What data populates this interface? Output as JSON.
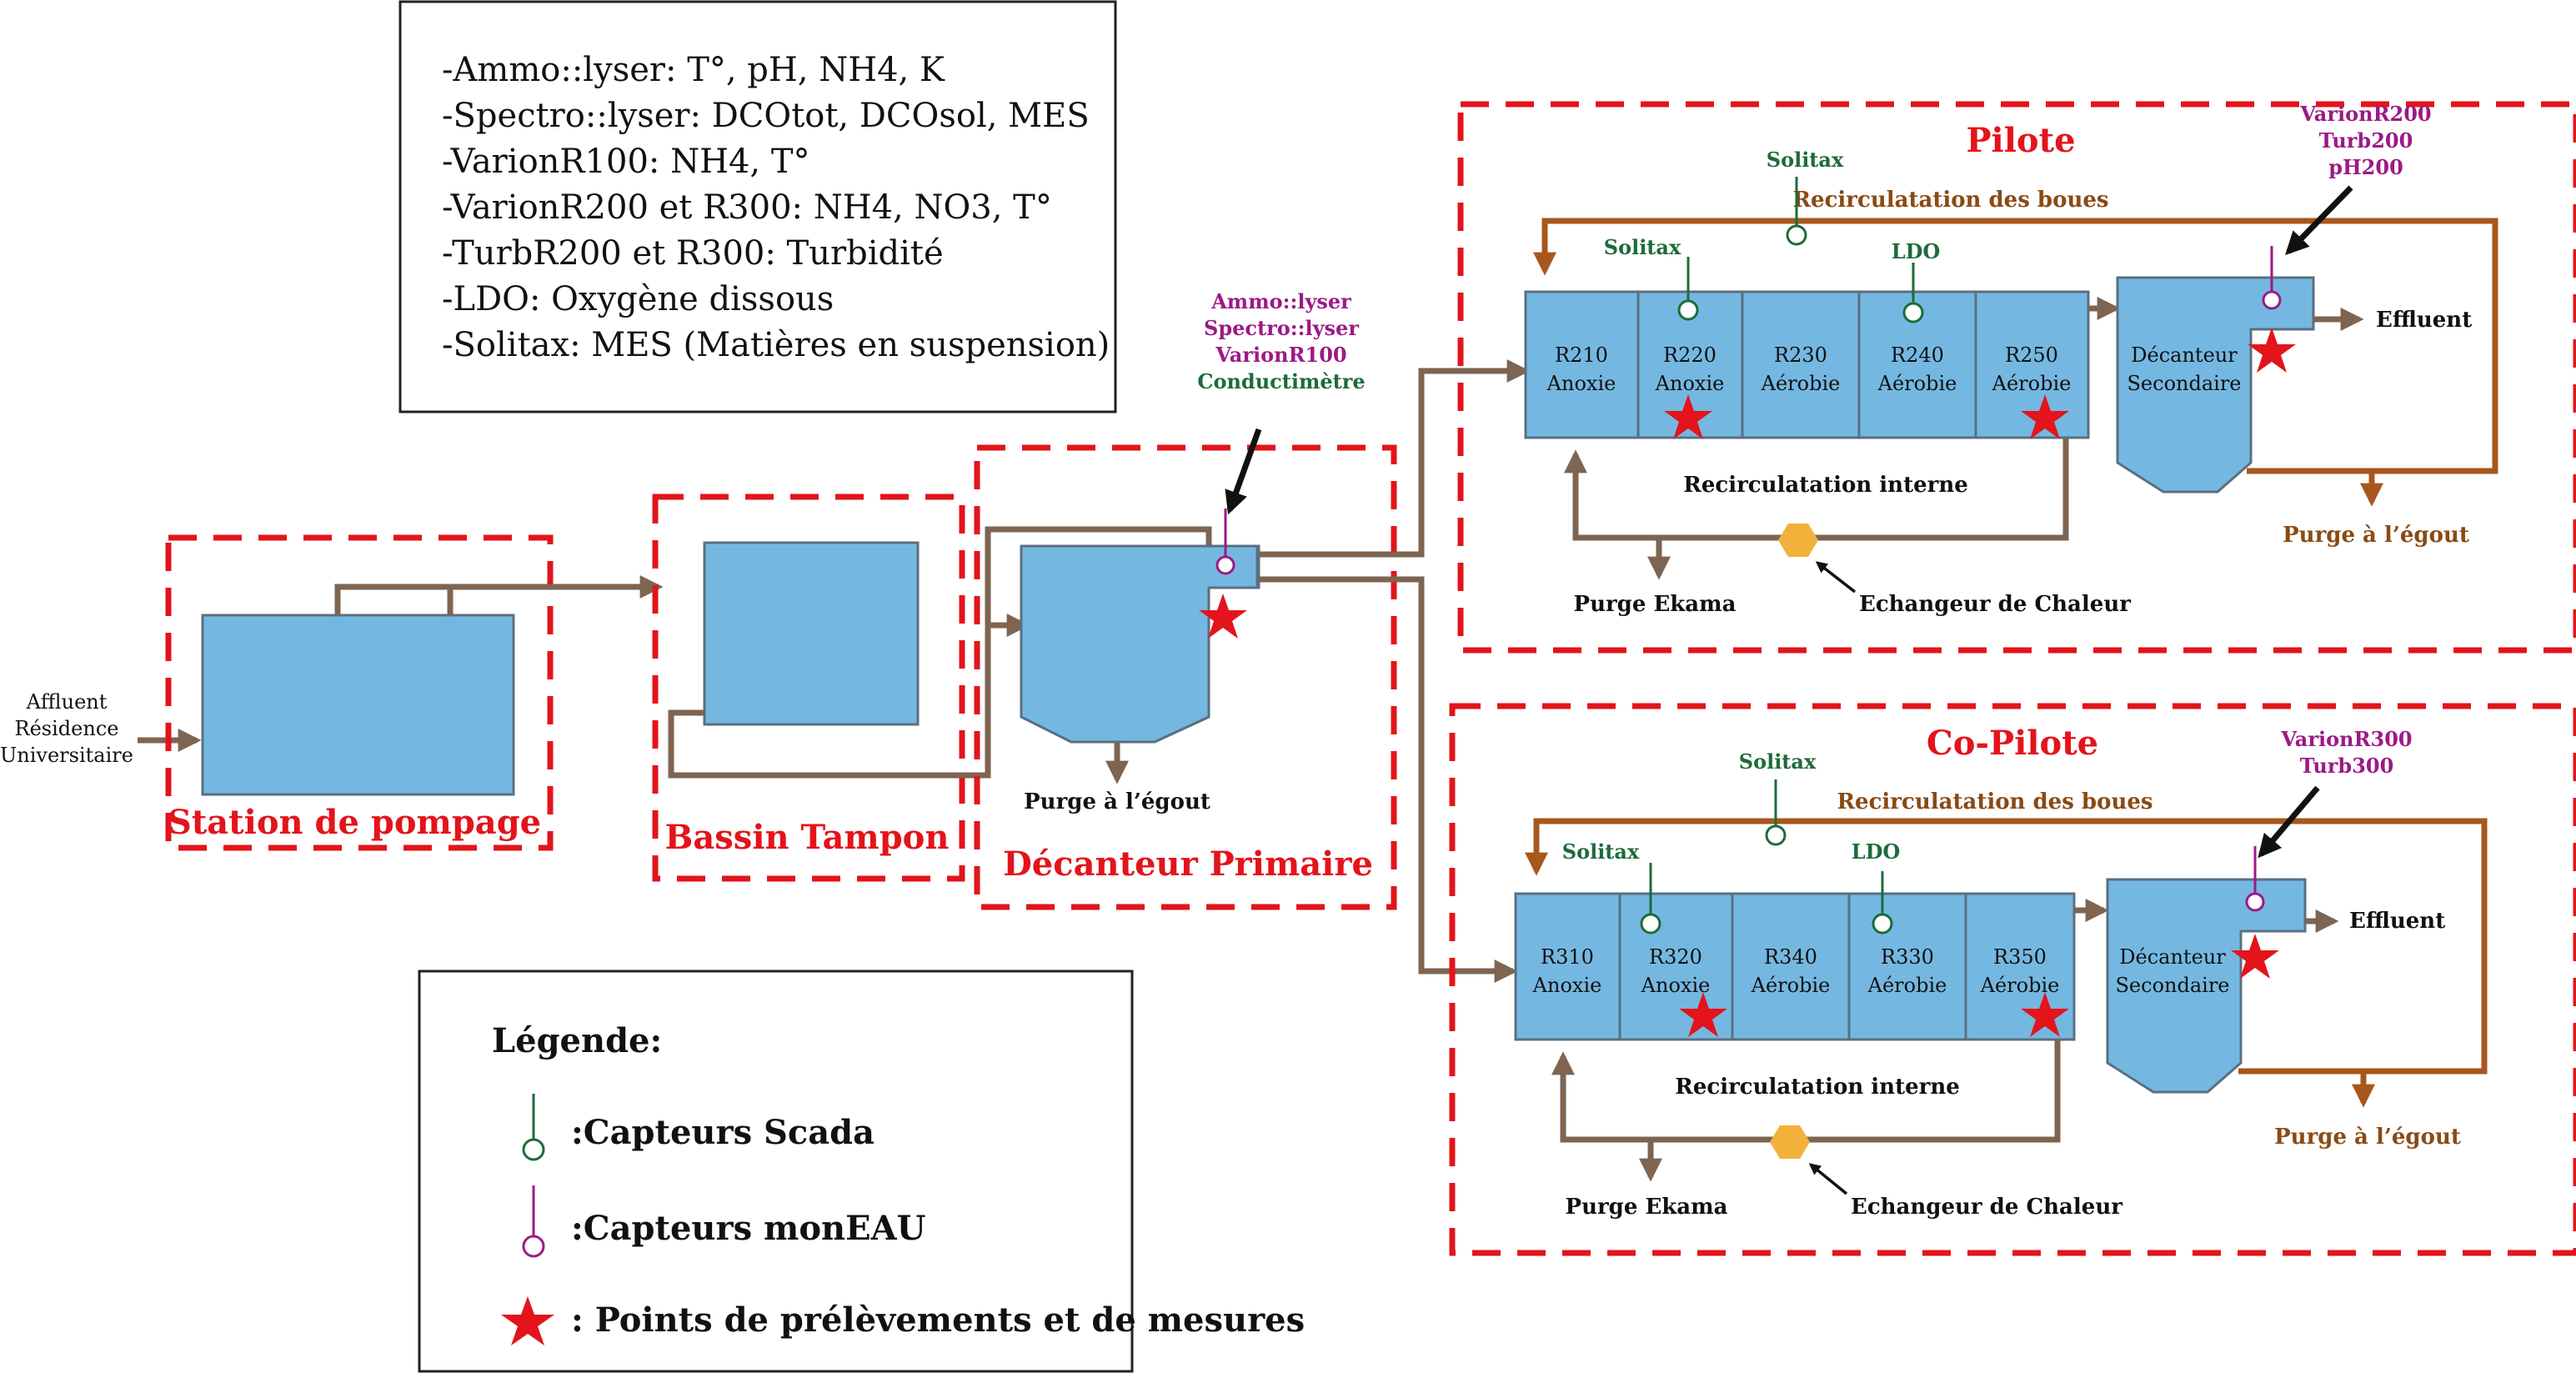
{
  "info_box": {
    "lines": [
      "-Ammo::lyser: T°, pH, NH4, K",
      "-Spectro::lyser: DCOtot, DCOsol, MES",
      "-VarionR100: NH4, T°",
      "-VarionR200 et R300: NH4, NO3, T°",
      "-TurbR200 et R300: Turbidité",
      "-LDO: Oxygène dissous",
      "-Solitax: MES (Matières en suspension)"
    ]
  },
  "inlet": {
    "lines": [
      "Affluent",
      "Résidence",
      "Universitaire"
    ]
  },
  "stages": {
    "pompage": "Station de pompage",
    "tampon": "Bassin Tampon",
    "primaire": "Décanteur Primaire",
    "purge_primaire": "Purge à l’égout"
  },
  "primary_sensors": [
    "Ammo::lyser",
    "Spectro::lyser",
    "VarionR100",
    "Conductimètre"
  ],
  "pilote": {
    "title": "Pilote",
    "recirc_boues": "Recirculatation des boues",
    "recirc_interne": "Recirculatation interne",
    "solitax_top": "Solitax",
    "solitax": "Solitax",
    "ldo": "LDO",
    "reactors": [
      {
        "id": "R210",
        "type": "Anoxie"
      },
      {
        "id": "R220",
        "type": "Anoxie"
      },
      {
        "id": "R230",
        "type": "Aérobie"
      },
      {
        "id": "R240",
        "type": "Aérobie"
      },
      {
        "id": "R250",
        "type": "Aérobie"
      }
    ],
    "decanteur": [
      "Décanteur",
      "Secondaire"
    ],
    "effluent": "Effluent",
    "purge_egout": "Purge à l’égout",
    "purge_ekama": "Purge Ekama",
    "echangeur": "Echangeur de Chaleur",
    "sensors": [
      "VarionR200",
      "Turb200",
      "pH200"
    ]
  },
  "copilote": {
    "title": "Co-Pilote",
    "recirc_boues": "Recirculatation des boues",
    "recirc_interne": "Recirculatation interne",
    "solitax_top": "Solitax",
    "solitax": "Solitax",
    "ldo": "LDO",
    "reactors": [
      {
        "id": "R310",
        "type": "Anoxie"
      },
      {
        "id": "R320",
        "type": "Anoxie"
      },
      {
        "id": "R340",
        "type": "Aérobie"
      },
      {
        "id": "R330",
        "type": "Aérobie"
      },
      {
        "id": "R350",
        "type": "Aérobie"
      }
    ],
    "decanteur": [
      "Décanteur",
      "Secondaire"
    ],
    "effluent": "Effluent",
    "purge_egout": "Purge à l’égout",
    "purge_ekama": "Purge Ekama",
    "echangeur": "Echangeur de Chaleur",
    "sensors": [
      "VarionR300",
      "Turb300"
    ]
  },
  "legend": {
    "title": "Légende:",
    "scada": ":Capteurs Scada",
    "moneau": ":Capteurs monEAU",
    "points": ": Points de prélèvements et de mesures"
  },
  "colors": {
    "tank": "#74b8e1",
    "pipe": "#7d6552",
    "recirc": "#a8571c",
    "dashed_border": "#e3141b",
    "scada_sensor": "#1d6b3a",
    "moneau_sensor": "#9b1a86",
    "heat_exchanger": "#f3b13b",
    "star": "#e3141b"
  }
}
